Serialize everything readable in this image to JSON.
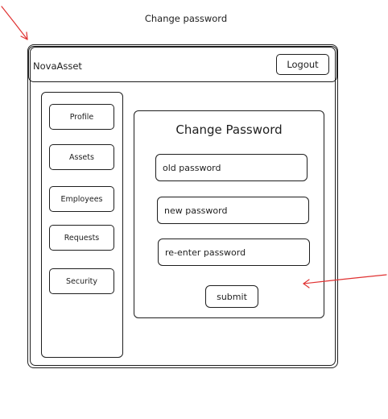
{
  "caption": "Change password",
  "header": {
    "app_title": "NovaAsset",
    "logout_label": "Logout"
  },
  "sidebar": {
    "items": [
      {
        "label": "Profile"
      },
      {
        "label": "Assets"
      },
      {
        "label": "Employees"
      },
      {
        "label": "Requests"
      },
      {
        "label": "Security"
      }
    ]
  },
  "form": {
    "title": "Change Password",
    "old_password_placeholder": "old password",
    "new_password_placeholder": "new password",
    "reenter_password_placeholder": "re-enter password",
    "submit_label": "submit"
  },
  "colors": {
    "ink": "#1e1e1e",
    "annotation_arrow": "#e03131"
  }
}
